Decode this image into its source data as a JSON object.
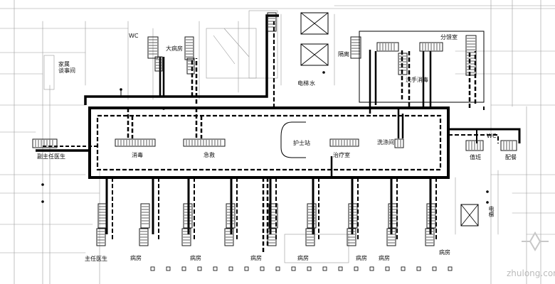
{
  "labels": {
    "wc": "WC",
    "family_room": "家属\n谈事间",
    "big_ward": "大病房",
    "isolation": "隔离",
    "dist_room": "分馈室",
    "dist_room2": "分馈室",
    "elevator_top": "电梯",
    "water": "水",
    "hand_wash": "洗手消毒",
    "vice_director": "副主任医生",
    "disinfect": "消毒",
    "emergency": "急救",
    "nurse_station": "护士站",
    "treatment": "治疗室",
    "wash_room": "洗涤间",
    "duty": "值班",
    "pantry": "配餐",
    "wc2": "WC",
    "elevator_right": "电梯",
    "director": "主任医生",
    "ward": "病房"
  },
  "watermark": "zhulong.com",
  "colors": {
    "line": "#000000",
    "grid": "#9a9a9a",
    "device": "#1a1a1a"
  }
}
